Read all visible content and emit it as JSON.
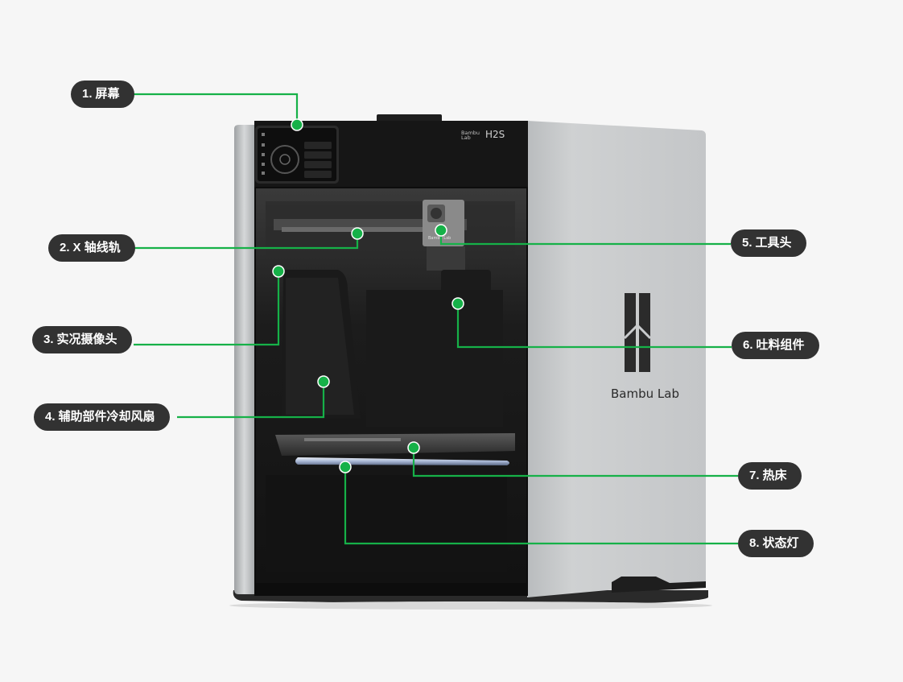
{
  "accent_color": "#16b148",
  "pill_color": "#323232",
  "printer": {
    "brand_top_left": "Bambu",
    "brand_top_sub": "Lab",
    "model": "H2S",
    "side_logo_text": "Bambu Lab",
    "toolhead_text": "Bambu Lab"
  },
  "callouts": [
    {
      "num": "1.",
      "text": "屏幕"
    },
    {
      "num": "2.",
      "text": "X 轴线轨"
    },
    {
      "num": "3.",
      "text": "实况摄像头"
    },
    {
      "num": "4.",
      "text": "辅助部件冷却风扇"
    },
    {
      "num": "5.",
      "text": "工具头"
    },
    {
      "num": "6.",
      "text": "吐料组件"
    },
    {
      "num": "7.",
      "text": "热床"
    },
    {
      "num": "8.",
      "text": "状态灯"
    }
  ]
}
